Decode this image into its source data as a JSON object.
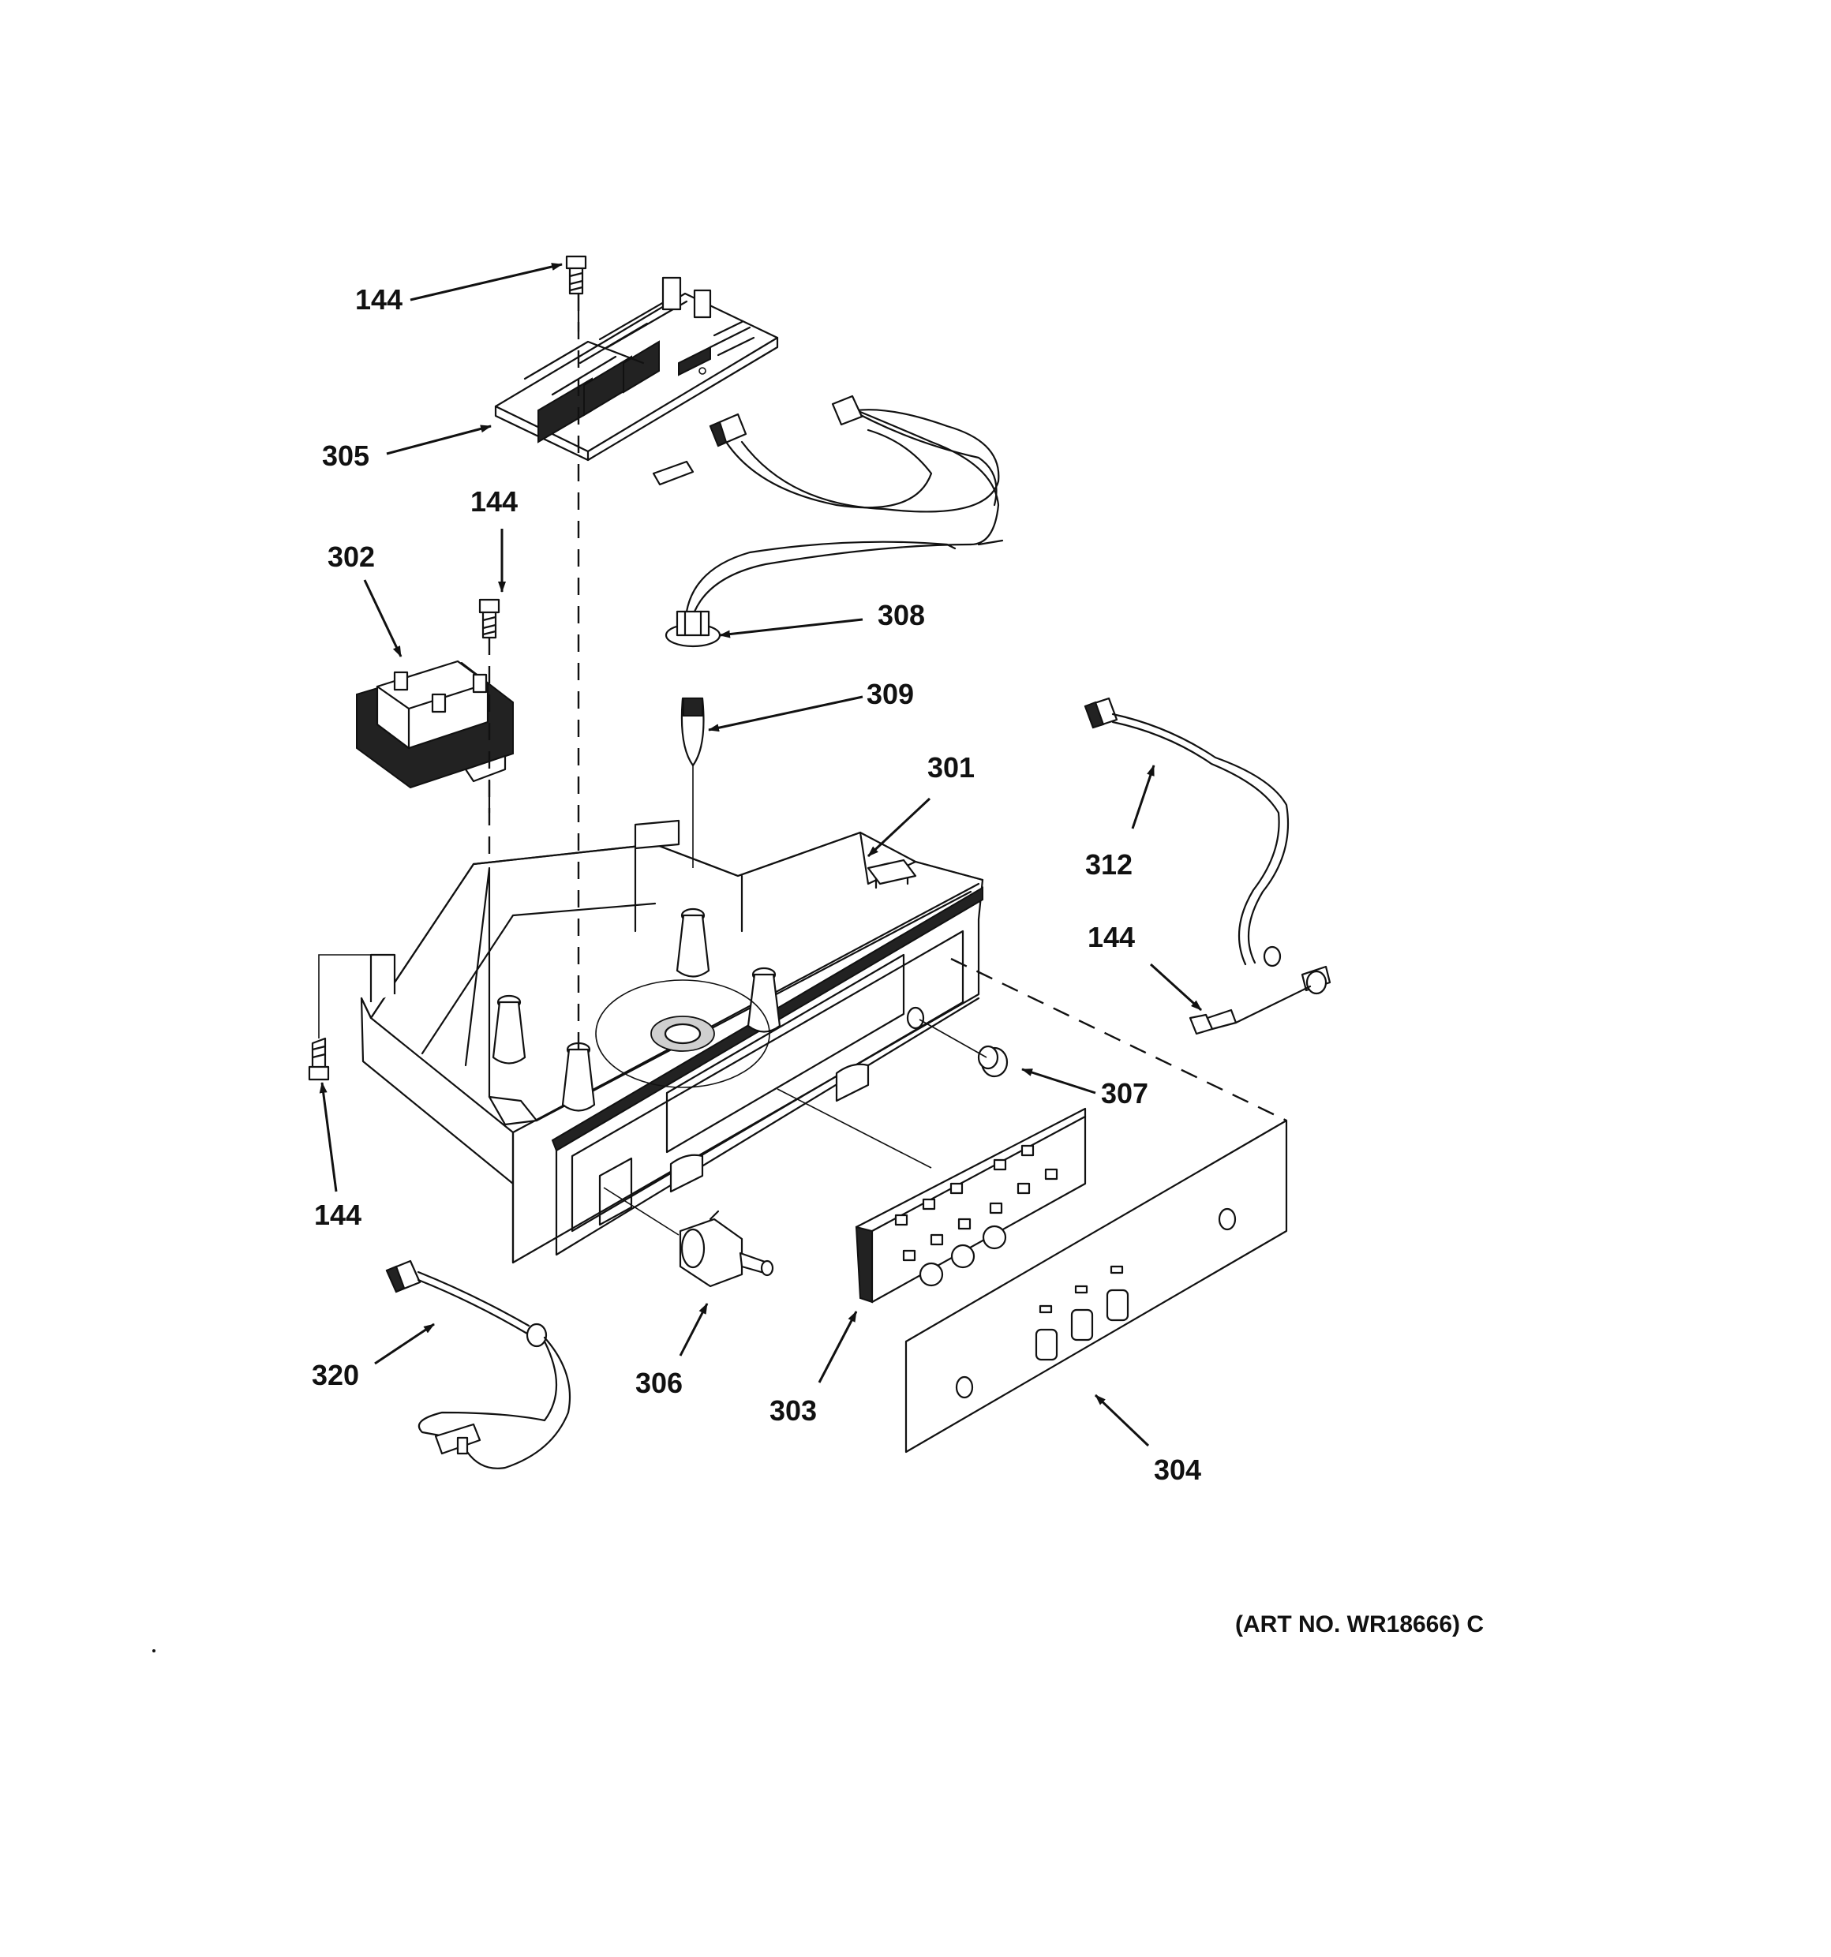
{
  "callouts": {
    "c144_top": "144",
    "c305": "305",
    "c144_mid": "144",
    "c302": "302",
    "c308": "308",
    "c309": "309",
    "c301": "301",
    "c312": "312",
    "c144_right": "144",
    "c307": "307",
    "c144_left": "144",
    "c320": "320",
    "c306": "306",
    "c303": "303",
    "c304": "304"
  },
  "art_number": "(ART NO. WR18666) C"
}
